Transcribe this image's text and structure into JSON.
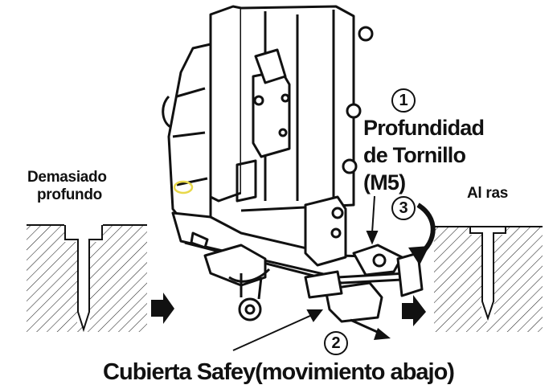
{
  "labels": {
    "too_deep_line1": "Demasiado",
    "too_deep_line2": "profundo",
    "flush": "Al ras",
    "depth_line1": "Profundidad",
    "depth_line2": "de Tornillo",
    "depth_line3": "(M5)",
    "caption": "Cubierta Safey(movimiento abajo)"
  },
  "steps": {
    "step1": "1",
    "step2": "2",
    "step3": "3"
  },
  "colors": {
    "ink": "#111111",
    "accent_yellow": "#e8d84a"
  }
}
